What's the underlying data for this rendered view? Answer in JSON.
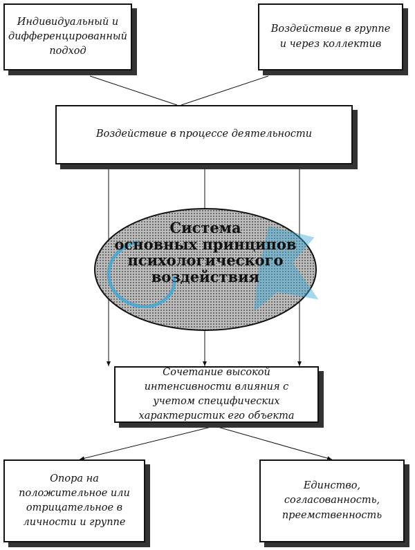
{
  "top_left": "Индивидуальный и дифференцированный подход",
  "top_right": "Воздействие в группе и через коллектив",
  "middle": "Воздействие в процессе деятельности",
  "center": {
    "line1": "Система",
    "line2": "основных принципов",
    "line3": "психологического",
    "line4": "воздействия"
  },
  "lower": "Сочетание высокой интенсивности влияния с учетом специфических характеристик его объекта",
  "bottom_left": "Опора на положительное или отрицательное в личности и группе",
  "bottom_right": "Единство, согласованность, преемственность"
}
